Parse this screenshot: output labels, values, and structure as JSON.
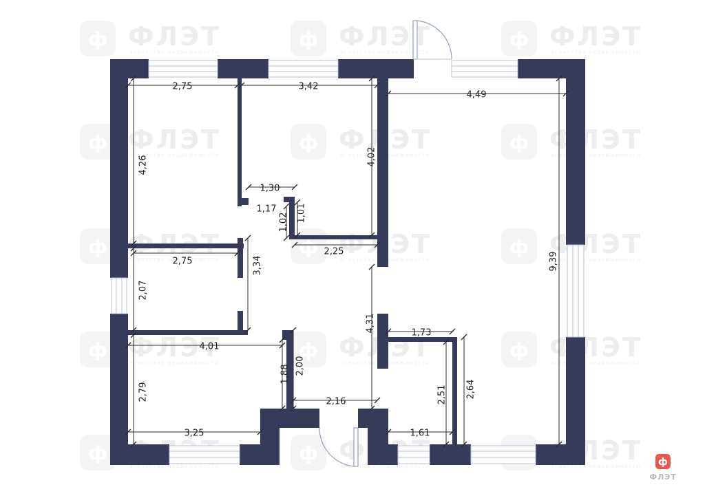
{
  "watermark": {
    "glyph": "ф",
    "name": "ФЛЭТ",
    "subtitle": "агентство недвижимости"
  },
  "logo": {
    "glyph": "ф",
    "text": "ФЛЭТ",
    "accent_color": "#e8584e"
  },
  "colors": {
    "wall": "#353b58",
    "window": "#b7c2d6",
    "door": "#8fa3bd"
  },
  "dimensions": {
    "room1_width": "2,75",
    "room2_width": "3,42",
    "room3_width": "4,49",
    "room1_height": "4,26",
    "room2_height": "4,02",
    "corridor_top": "1,30",
    "corridor_gap": "1,17",
    "niche_outer": "1,02",
    "niche_inner": "1,01",
    "room3_height": "9,39",
    "storage_width": "2,75",
    "hall_width": "2,25",
    "hall_height": "3,34",
    "storage_height": "2,07",
    "hall_lower": "4,31",
    "bath_width": "1,73",
    "room4_width": "4,01",
    "wc_inner": "1,88",
    "wc_outer": "2,00",
    "room4_height": "2,79",
    "bath_inner": "2,51",
    "bath_outer": "2,64",
    "entry_width": "2,16",
    "room4_bottom": "3,25",
    "bath_bottom": "1,61"
  }
}
